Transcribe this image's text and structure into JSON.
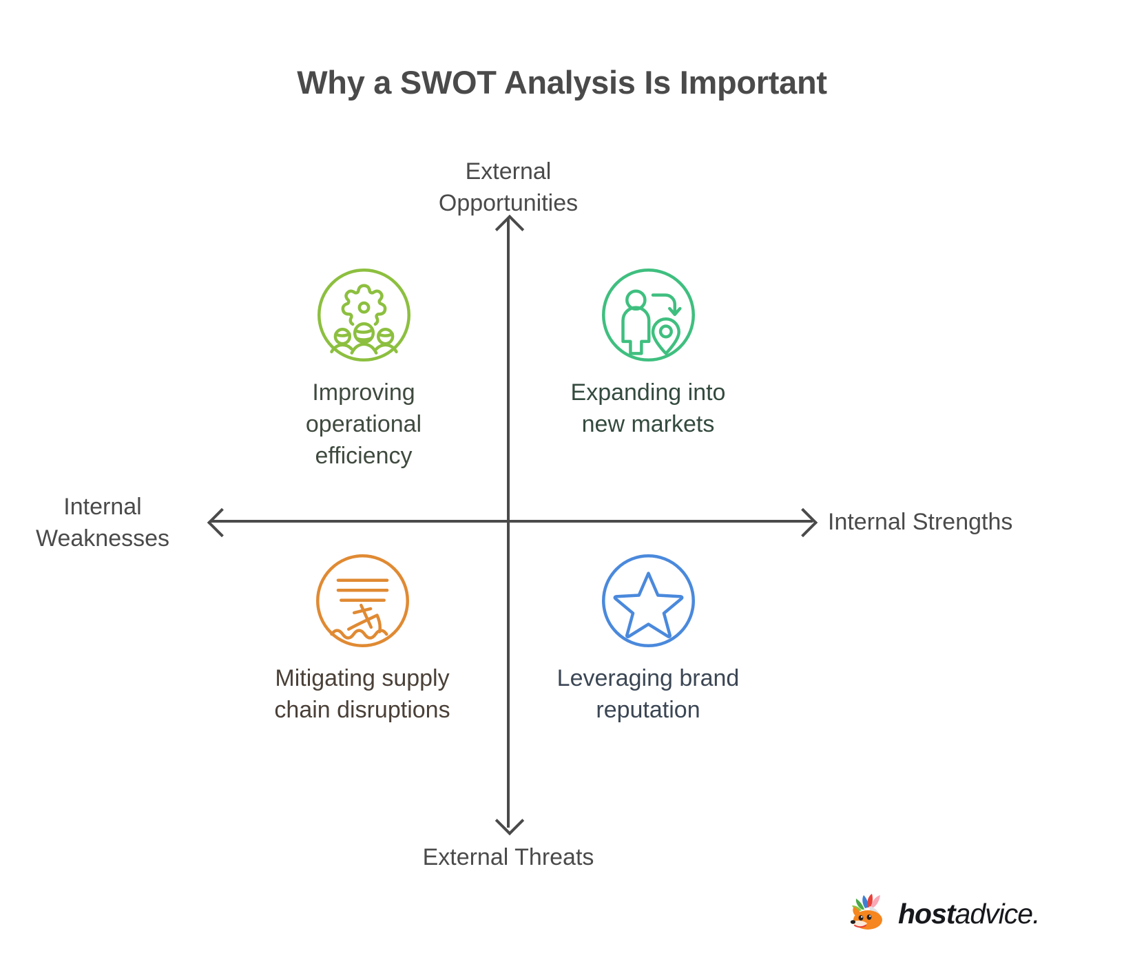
{
  "page": {
    "title": "Why a SWOT Analysis Is Important",
    "background_color": "#ffffff",
    "text_color": "#4a4a4a"
  },
  "axes": {
    "top_label": "External\nOpportunities",
    "top_label_line1": "External",
    "top_label_line2": "Opportunities",
    "bottom_label": "External Threats",
    "left_label_line1": "Internal",
    "left_label_line2": "Weaknesses",
    "right_label": "Internal Strengths",
    "line_color": "#4a4a4a"
  },
  "quadrants": [
    {
      "id": "opportunity-internal-weakness",
      "label_line1": "Improving",
      "label_line2": "operational",
      "label_line3": "efficiency",
      "icon": "gear-people-icon",
      "color": "#8cbf3f"
    },
    {
      "id": "opportunity-internal-strength",
      "label_line1": "Expanding into",
      "label_line2": "new markets",
      "icon": "person-location-pin-icon",
      "color": "#3fbf7f"
    },
    {
      "id": "threat-internal-weakness",
      "label_line1": "Mitigating supply",
      "label_line2": "chain disruptions",
      "icon": "sinking-ship-icon",
      "color": "#e08a33"
    },
    {
      "id": "threat-internal-strength",
      "label_line1": "Leveraging brand",
      "label_line2": "reputation",
      "icon": "star-icon",
      "color": "#4a89dc"
    }
  ],
  "logo": {
    "brand_bold": "host",
    "brand_light": "advice.",
    "mascot": "fox-mascot-icon"
  }
}
